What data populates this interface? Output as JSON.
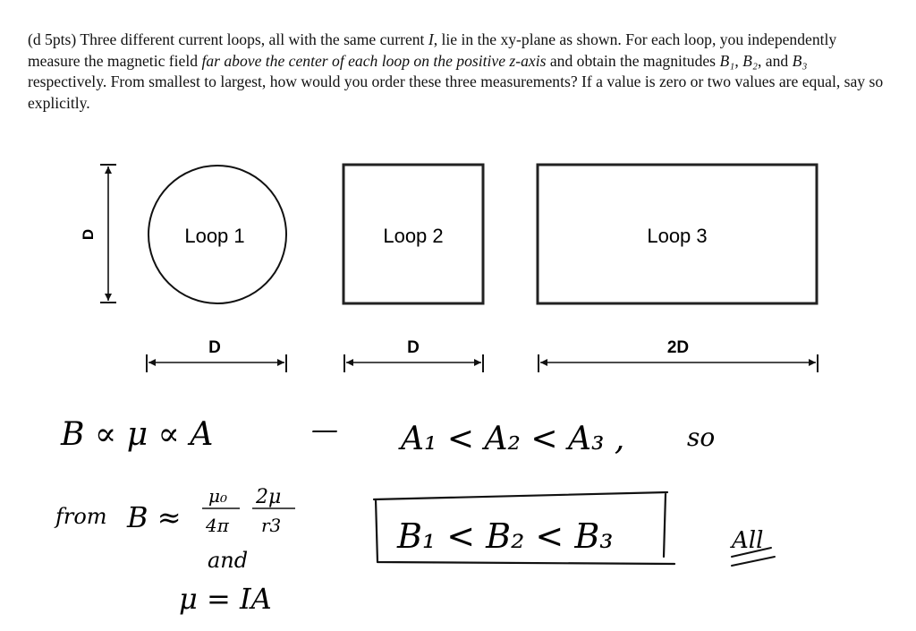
{
  "question": {
    "prefix": "(d 5pts) Three different current loops, all with the same current ",
    "current_symbol": "I",
    "part2": ", lie in the xy-plane as shown. For each loop, you independently measure the magnetic field ",
    "emphasis": "far above the center of each loop on the positive z-axis",
    "part3": " and obtain the magnitudes ",
    "b1": "B₁",
    "sep1": ", ",
    "b2": "B₂",
    "sep2": ", and ",
    "b3": "B₃",
    "part4": " respectively. From smallest to largest, how would you order these three measurements? If a value is zero or two values are equal, say so explicitly."
  },
  "figure": {
    "loops": [
      {
        "label": "Loop 1",
        "shape": "circle"
      },
      {
        "label": "Loop 2",
        "shape": "square"
      },
      {
        "label": "Loop 3",
        "shape": "rectangle"
      }
    ],
    "vertical_dimension": "D",
    "horizontal_dimensions": [
      "D",
      "D",
      "2D"
    ]
  },
  "handwritten": {
    "line1": "B ∝ μ ∝ A",
    "dash": "—",
    "area_order": "A₁ < A₂ < A₃ ,",
    "so": "so",
    "from": "from",
    "formula_lhs": "B ≈",
    "formula_numer": "μ₀",
    "formula_denom": "4π",
    "formula_numer2": "2μ",
    "formula_denom2": "r3",
    "and": "and",
    "mu_def": "μ = IA",
    "answer": "B₁ < B₂ < B₃",
    "grade": "All"
  }
}
